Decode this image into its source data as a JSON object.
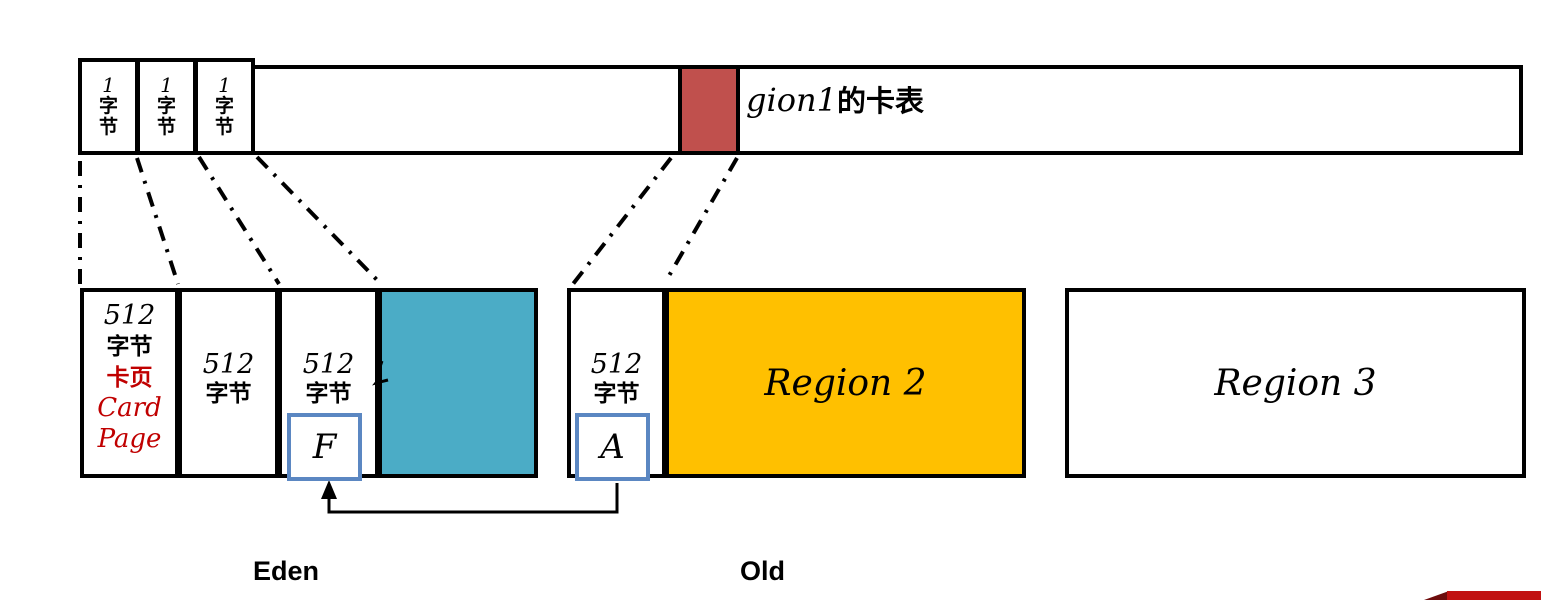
{
  "palette": {
    "marked_card_fill": "#C0504D",
    "region1_fill": "#4BACC6",
    "region2_fill": "#FFC000",
    "accent_text": "#C00000",
    "pointer_box_border": "#5B87C2",
    "ribbon_red": "#C11212",
    "ribbon_fold": "#6E0C0C"
  },
  "card_table": {
    "byte_cells": [
      {
        "num": "1",
        "char1": "字",
        "char2": "节"
      },
      {
        "num": "1",
        "char1": "字",
        "char2": "节"
      },
      {
        "num": "1",
        "char1": "字",
        "char2": "节"
      }
    ],
    "caption_latin": "gion1",
    "caption_cjk": "的卡表"
  },
  "eden": {
    "label": "Eden",
    "card_page": {
      "size": "512",
      "unit": "字节",
      "tag": "卡页",
      "en_line1": "Card",
      "en_line2": "Page"
    },
    "page2": {
      "size": "512",
      "unit": "字节"
    },
    "page3": {
      "size": "512",
      "unit": "字节",
      "object": "F"
    }
  },
  "old": {
    "label": "Old",
    "page1": {
      "size": "512",
      "unit": "字节",
      "object": "A"
    },
    "region2_label": "Region 2"
  },
  "region3_label": "Region 3"
}
